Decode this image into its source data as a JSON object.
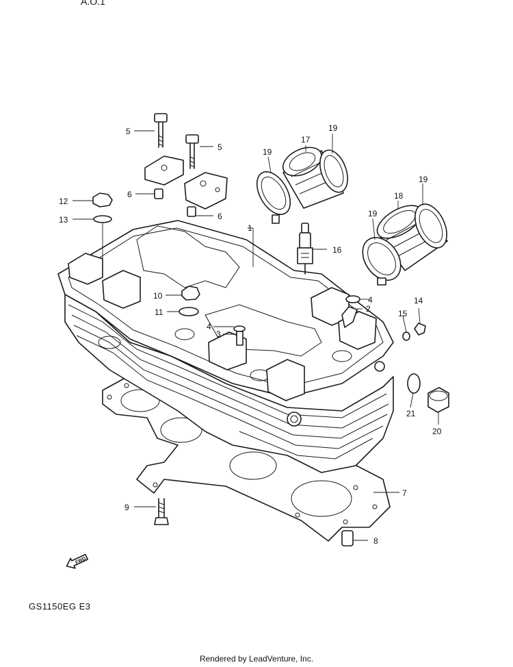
{
  "top_corner_text": "A.O.1",
  "model_code": "GS1150EG E3",
  "footer": "Rendered by LeadVenture, Inc.",
  "fwd_label": "FWD",
  "callouts": {
    "c1": "1",
    "c2": "2",
    "c3": "3",
    "c4a": "4",
    "c4b": "4",
    "c5a": "5",
    "c5b": "5",
    "c6a": "6",
    "c6b": "6",
    "c7": "7",
    "c8": "8",
    "c9": "9",
    "c10": "10",
    "c11": "11",
    "c12": "12",
    "c13": "13",
    "c14": "14",
    "c15": "15",
    "c16": "16",
    "c17": "17",
    "c18": "18",
    "c19a": "19",
    "c19b": "19",
    "c19c": "19",
    "c19d": "19",
    "c20": "20",
    "c21": "21"
  }
}
